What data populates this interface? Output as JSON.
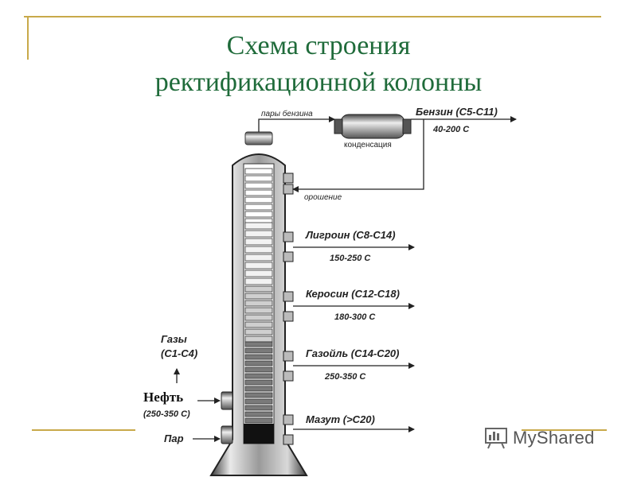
{
  "slide": {
    "title_line1": "Схема строения",
    "title_line2": "ректификационной колонны"
  },
  "diagram": {
    "vapor_label": "пары бензина",
    "condenser_label": "конденсация",
    "reflux_label": "орошение",
    "fractions": [
      {
        "name": "Бензин (C5-C11)",
        "range": "40-200 C"
      },
      {
        "name": "Лигроин (C8-C14)",
        "range": "150-250 C"
      },
      {
        "name": "Керосин (C12-C18)",
        "range": "180-300 C"
      },
      {
        "name": "Газойль (C14-C20)",
        "range": "250-350 C"
      },
      {
        "name": "Мазут (>C20)",
        "range": ""
      }
    ],
    "gases_line1": "Газы",
    "gases_line2": "(C1-C4)",
    "oil_label": "Нефть",
    "oil_range": "(250-350 C)",
    "steam_label": "Пар"
  },
  "watermark": {
    "text": "MyShared",
    "icon": "presentation-board-icon"
  },
  "colors": {
    "title": "#1f6b3a",
    "accent_lines": "#c8a94a"
  }
}
